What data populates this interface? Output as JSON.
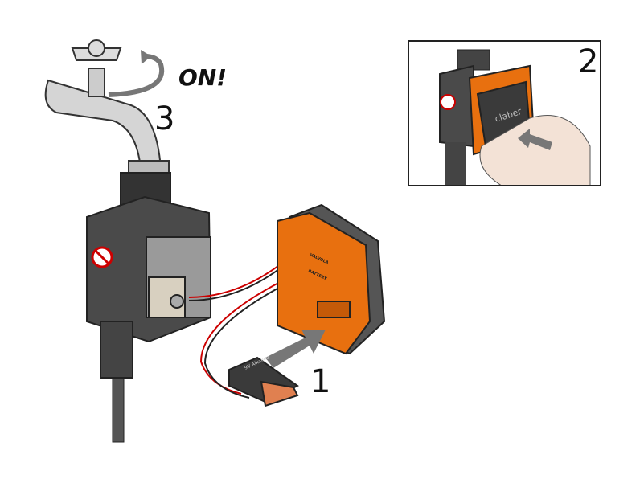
{
  "steps": {
    "step1": "1",
    "step2": "2",
    "step3": "3"
  },
  "on_label": "ON!",
  "brand": "claber",
  "battery_label": "9V Alkaline",
  "compartment_labels": {
    "valve": "VALVOLA",
    "battery": "BATTERY"
  },
  "colors": {
    "orange": "#e8700f",
    "grey": "#4a4a4a",
    "tap": "#d0d0d0"
  }
}
